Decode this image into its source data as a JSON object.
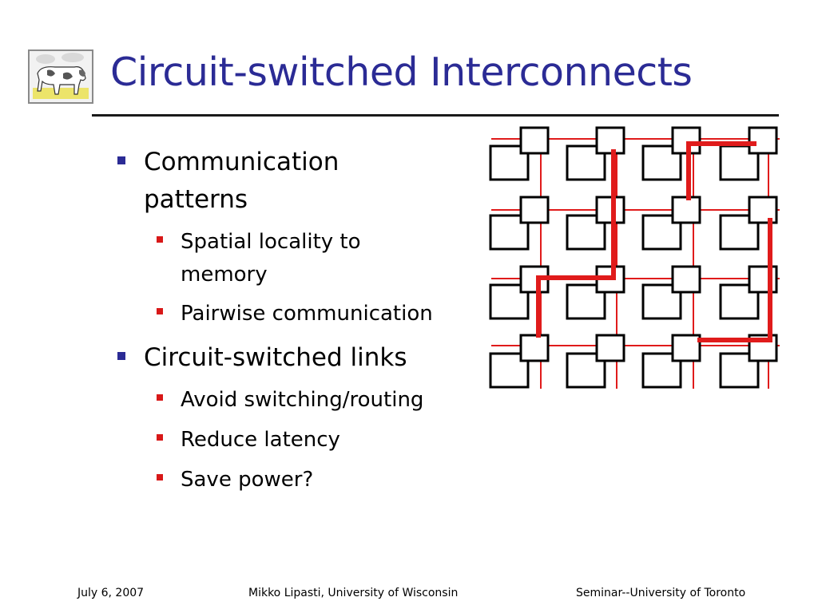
{
  "slide": {
    "title": "Circuit-switched Interconnects",
    "bullets": [
      {
        "level": 1,
        "text": "Communication"
      },
      {
        "level": 1,
        "text": "patterns",
        "continuation": true
      },
      {
        "level": 2,
        "text": "Spatial locality to"
      },
      {
        "level": 2,
        "text": "memory",
        "continuation": true
      },
      {
        "level": 2,
        "text": "Pairwise communication"
      },
      {
        "level": 1,
        "text": "Circuit-switched links"
      },
      {
        "level": 2,
        "text": "Avoid switching/routing"
      },
      {
        "level": 2,
        "text": "Reduce latency"
      },
      {
        "level": 2,
        "text": "Save power?"
      }
    ]
  },
  "diagram": {
    "rows": 4,
    "cols": 4,
    "mesh_color": "#e01b1b",
    "node_color": "#000000",
    "highlight_color": "#e01b1b",
    "icon": "cow-logo-icon"
  },
  "footer": {
    "date": "July 6, 2007",
    "author": "Mikko Lipasti, University of Wisconsin",
    "venue": "Seminar--University of Toronto"
  },
  "colors": {
    "title": "#2b2b95",
    "level1_bullet": "#2b2b95",
    "level2_bullet": "#d81818",
    "rule": "#1a1a1a"
  }
}
